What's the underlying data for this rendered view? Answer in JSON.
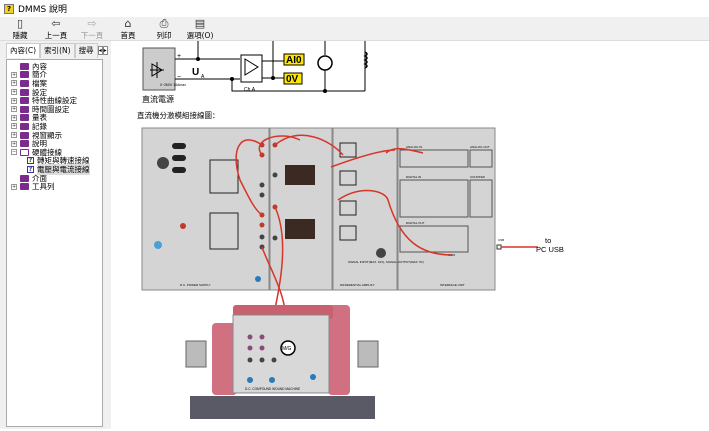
{
  "window": {
    "title": "DMMS 說明"
  },
  "toolbar": {
    "hide": "隱藏",
    "back": "上一頁",
    "forward": "下一頁",
    "home": "首頁",
    "print": "列印",
    "options": "選項(O)"
  },
  "tabs": {
    "contents": "內容(C)",
    "index": "索引(N)",
    "search": "搜尋"
  },
  "tree": [
    {
      "label": "內容",
      "type": "book",
      "expander": "none"
    },
    {
      "label": "簡介",
      "type": "book",
      "expander": "plus"
    },
    {
      "label": "檔案",
      "type": "book",
      "expander": "plus"
    },
    {
      "label": "設定",
      "type": "book",
      "expander": "plus"
    },
    {
      "label": "特性曲線設定",
      "type": "book",
      "expander": "plus"
    },
    {
      "label": "時間圖設定",
      "type": "book",
      "expander": "plus"
    },
    {
      "label": "量表",
      "type": "book",
      "expander": "plus"
    },
    {
      "label": "記錄",
      "type": "book",
      "expander": "plus"
    },
    {
      "label": "視窗顯示",
      "type": "book",
      "expander": "plus"
    },
    {
      "label": "說明",
      "type": "book",
      "expander": "plus"
    },
    {
      "label": "硬體接線",
      "type": "open-book",
      "expander": "minus"
    },
    {
      "label": "轉矩與轉速接線",
      "type": "page"
    },
    {
      "label": "電壓與電流接線",
      "type": "page",
      "selected": true
    },
    {
      "label": "介面",
      "type": "book",
      "expander": "none"
    },
    {
      "label": "工具列",
      "type": "book",
      "expander": "plus"
    }
  ],
  "content": {
    "schematic": {
      "voltage_label": "U",
      "voltage_sub": "A",
      "ai_label": "AI0",
      "ov_label": "0V",
      "amp_label": "Ch.A",
      "supply_label": "直流電源",
      "supply_spec": "0~260V 10Amax"
    },
    "wiring_caption": "直流機分激模組接線圖：",
    "panel": {
      "analog_in": "ANALOG IN",
      "analog_out": "ANALOG OUT",
      "digital_in": "DIGITAL IN",
      "counter": "COUNTER",
      "digital_out": "DIGITAL OUT",
      "usb": "USB",
      "com": "COM",
      "interface": "INTERFACE UNIT",
      "diff_amp": "DIFFERENTIAL AMPLIFY",
      "power_supply": "D.C. POWER SUPPLY",
      "signal": "SIGNAL INPUT(MAX. 10V), SIGNAL OUTPUT(MAX. 5V)",
      "to": "to",
      "pc_usb": "PC USB"
    },
    "machine": {
      "name": "D.C. COMPOUND WOUND MACHINE",
      "mg": "M/G"
    }
  },
  "colors": {
    "wire": "#d8352a",
    "book": "#7a2c8c",
    "label_yellow": "#ffe800",
    "panel": "#d4d4d4",
    "motor": "#d07080"
  }
}
